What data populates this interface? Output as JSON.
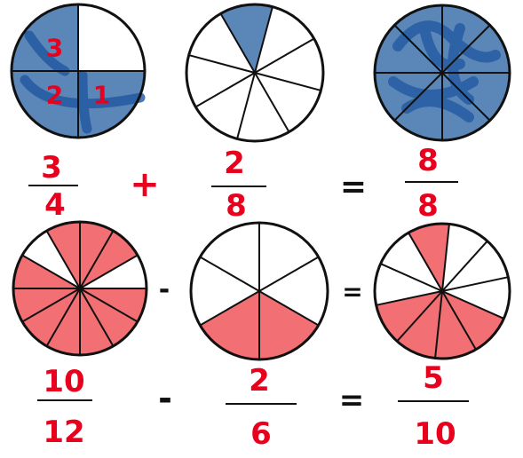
{
  "colors": {
    "blue_fill": "#5b86b8",
    "blue_scribble": "#1f56a0",
    "red_fill": "#f26f73",
    "red_ink": "#e8001c",
    "line": "#111111"
  },
  "rows": [
    {
      "theme": "blue",
      "circles": [
        {
          "parts": 4,
          "shaded": [
            1,
            2,
            3
          ],
          "labels": [
            "1",
            "2",
            "3"
          ]
        },
        {
          "parts": 8,
          "shaded": [
            0
          ]
        },
        {
          "parts": 8,
          "shaded": [
            0,
            1,
            2,
            3,
            4,
            5,
            6,
            7
          ]
        }
      ],
      "fractions": [
        {
          "numerator": "3",
          "denominator": "4"
        },
        {
          "numerator": "2",
          "denominator": "8"
        },
        {
          "numerator": "8",
          "denominator": "8"
        }
      ],
      "operators": [
        "+",
        "="
      ]
    },
    {
      "theme": "red",
      "circles": [
        {
          "parts": 12,
          "shaded": [
            0,
            1,
            3,
            4,
            5,
            6,
            7,
            8,
            9,
            11
          ]
        },
        {
          "parts": 6,
          "shaded": [
            2,
            3
          ]
        },
        {
          "parts": 10,
          "shaded": [
            0,
            4,
            5,
            6,
            7
          ]
        }
      ],
      "fractions": [
        {
          "numerator": "10",
          "denominator": "12"
        },
        {
          "numerator": "2",
          "denominator": "6"
        },
        {
          "numerator": "5",
          "denominator": "10"
        }
      ],
      "operators": [
        "-",
        "="
      ]
    }
  ]
}
